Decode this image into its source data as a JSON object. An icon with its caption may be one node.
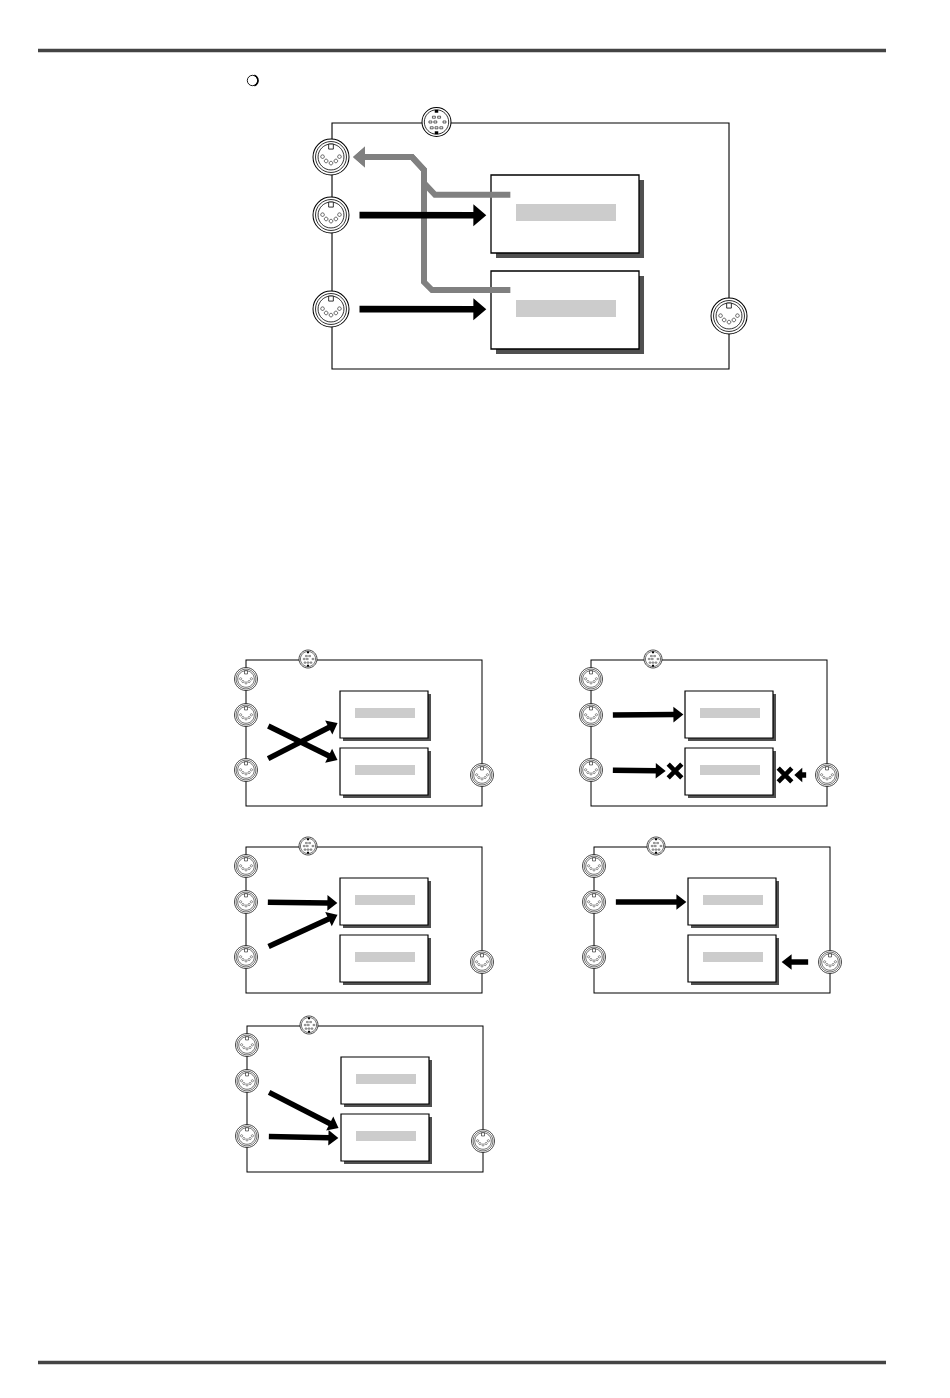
{
  "diagram": {
    "nodes": [
      {
        "text": [],
        "shape": "box"
      },
      {
        "text": [],
        "shape": "circle"
      },
      {
        "text": [],
        "shape": "circle"
      },
      {
        "text": [],
        "shape": "circle"
      },
      {
        "text": [],
        "shape": "circle"
      },
      {
        "text": [],
        "shape": "circle"
      },
      {
        "text": [],
        "shape": "box",
        "in": 0
      },
      {
        "text": [],
        "shape": "box",
        "in": 0
      },
      {
        "text": [],
        "shape": "box"
      },
      {
        "text": [],
        "shape": "circle"
      },
      {
        "text": [],
        "shape": "circle"
      },
      {
        "text": [],
        "shape": "circle"
      },
      {
        "text": [],
        "shape": "circle"
      },
      {
        "text": [],
        "shape": "circle"
      },
      {
        "text": [],
        "shape": "box",
        "in": 8
      },
      {
        "text": [],
        "shape": "box",
        "in": 8
      },
      {
        "text": [],
        "shape": "box"
      },
      {
        "text": [],
        "shape": "circle"
      },
      {
        "text": [],
        "shape": "circle"
      },
      {
        "text": [],
        "shape": "circle"
      },
      {
        "text": [],
        "shape": "circle"
      },
      {
        "text": [],
        "shape": "circle"
      },
      {
        "text": [],
        "shape": "box",
        "in": 16
      },
      {
        "text": [],
        "shape": "box",
        "in": 16
      },
      {
        "text": [],
        "shape": "box"
      },
      {
        "text": [],
        "shape": "circle"
      },
      {
        "text": [],
        "shape": "circle"
      },
      {
        "text": [],
        "shape": "circle"
      },
      {
        "text": [],
        "shape": "circle"
      },
      {
        "text": [],
        "shape": "circle"
      },
      {
        "text": [],
        "shape": "box",
        "in": 24
      },
      {
        "text": [],
        "shape": "box",
        "in": 24
      },
      {
        "text": [],
        "shape": "box"
      },
      {
        "text": [],
        "shape": "circle"
      },
      {
        "text": [],
        "shape": "circle"
      },
      {
        "text": [],
        "shape": "circle"
      },
      {
        "text": [],
        "shape": "circle"
      },
      {
        "text": [],
        "shape": "circle"
      },
      {
        "text": [],
        "shape": "box",
        "in": 32
      },
      {
        "text": [],
        "shape": "box",
        "in": 32
      },
      {
        "text": [],
        "shape": "box"
      },
      {
        "text": [],
        "shape": "circle"
      },
      {
        "text": [],
        "shape": "circle"
      },
      {
        "text": [],
        "shape": "circle"
      },
      {
        "text": [],
        "shape": "circle"
      },
      {
        "text": [],
        "shape": "circle"
      },
      {
        "text": [],
        "shape": "box",
        "in": 40
      },
      {
        "text": [],
        "shape": "box",
        "in": 40
      },
      {
        "text": [],
        "shape": "cross",
        "in": 16
      },
      {
        "text": [],
        "shape": "cross",
        "in": 16
      }
    ],
    "edges": [
      {
        "from": 6,
        "to": 2,
        "arrow": "to",
        "color": "#808080"
      },
      {
        "from": 7,
        "to": 2,
        "arrow": "to",
        "color": "#808080"
      },
      {
        "from": 3,
        "to": 6,
        "arrow": "to"
      },
      {
        "from": 4,
        "to": 7,
        "arrow": "to"
      },
      {
        "from": 11,
        "to": 15,
        "arrow": "to"
      },
      {
        "from": 12,
        "to": 14,
        "arrow": "to"
      },
      {
        "from": 19,
        "to": 22,
        "arrow": "to"
      },
      {
        "from": 20,
        "to": 48,
        "arrow": "to"
      },
      {
        "from": 21,
        "to": 49,
        "arrow": "to"
      },
      {
        "from": 27,
        "to": 30,
        "arrow": "to"
      },
      {
        "from": 28,
        "to": 30,
        "arrow": "to"
      },
      {
        "from": 35,
        "to": 38,
        "arrow": "to"
      },
      {
        "from": 37,
        "to": 39,
        "arrow": "to"
      },
      {
        "from": 43,
        "to": 47,
        "arrow": "to"
      },
      {
        "from": 44,
        "to": 47,
        "arrow": "to"
      }
    ]
  }
}
